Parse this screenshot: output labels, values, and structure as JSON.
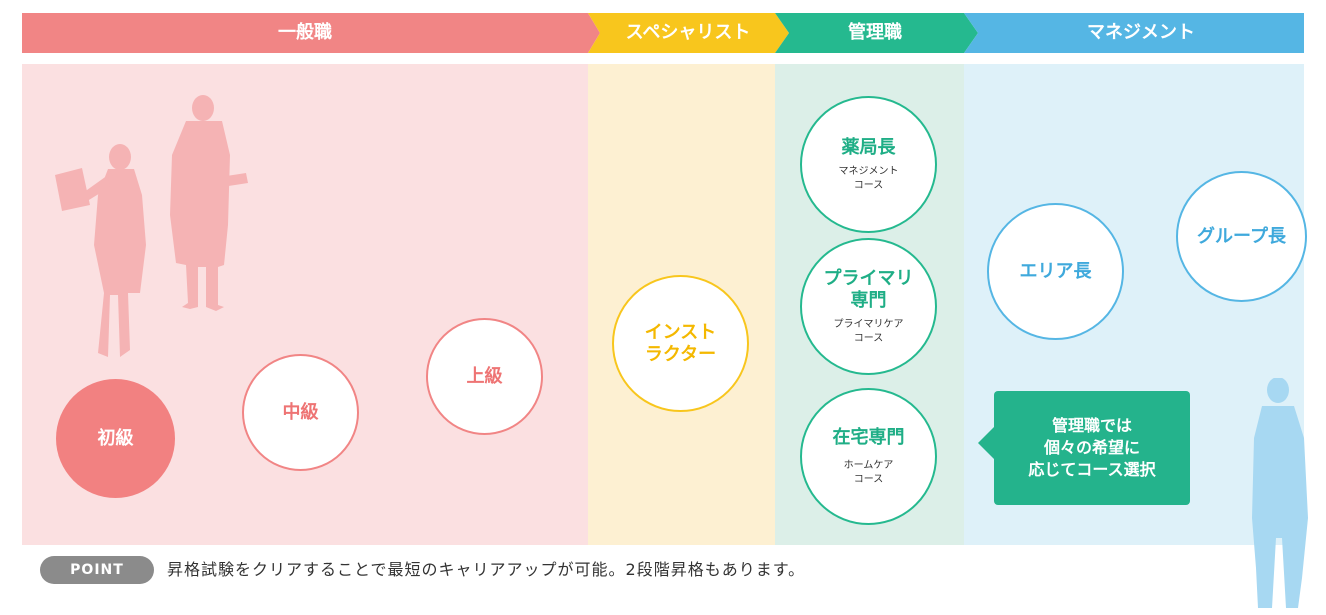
{
  "header": {
    "general": "一般職",
    "specialist": "スペシャリスト",
    "manager": "管理職",
    "management": "マネジメント"
  },
  "general": {
    "beginner": "初級",
    "intermediate": "中級",
    "advanced": "上級"
  },
  "specialist": {
    "instructor_line1": "インスト",
    "instructor_line2": "ラクター"
  },
  "manager": {
    "pharmacy_head": {
      "title": "薬局長",
      "sub1": "マネジメント",
      "sub2": "コース"
    },
    "primary": {
      "title1": "プライマリ",
      "title2": "専門",
      "sub1": "プライマリケア",
      "sub2": "コース"
    },
    "home": {
      "title": "在宅専門",
      "sub1": "ホームケア",
      "sub2": "コース"
    }
  },
  "management": {
    "area_head": "エリア長",
    "group_head": "グループ長"
  },
  "callout": {
    "line1": "管理職では",
    "line2": "個々の希望に",
    "line3": "応じてコース選択"
  },
  "point": {
    "badge": "POINT",
    "text": "昇格試験をクリアすることで最短のキャリアアップが可能。2段階昇格もあります。"
  },
  "colors": {
    "general": "#f18585",
    "specialist": "#f8c61d",
    "manager": "#25b98f",
    "management": "#55b6e4"
  }
}
